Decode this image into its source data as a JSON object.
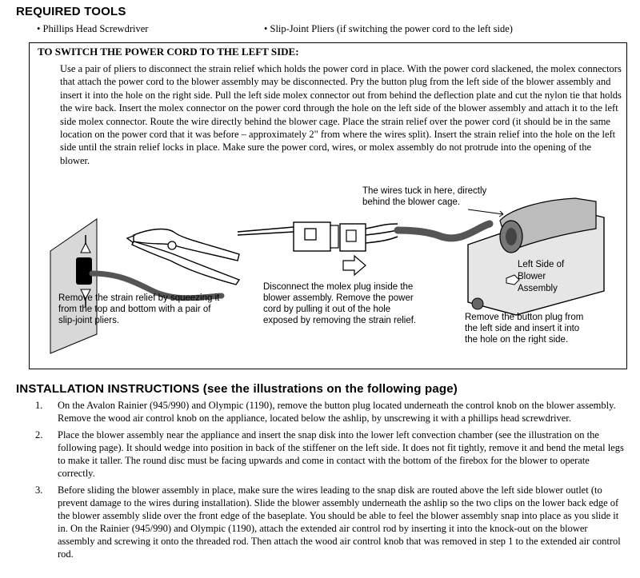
{
  "required_tools": {
    "title": "REQUIRED TOOLS",
    "items": [
      "• Phillips Head Screwdriver",
      "• Slip-Joint Pliers (if switching the power cord to the left side)"
    ]
  },
  "switch_section": {
    "title": "TO SWITCH THE POWER CORD TO THE LEFT SIDE:",
    "paragraph": "Use a pair of pliers to disconnect the strain relief which holds the power cord in place.  With the power cord slackened, the molex connectors that attach the power cord to the blower assembly may be disconnected.  Pry the button plug from the left side of the blower assembly and insert it into the hole on the right side.  Pull the left side molex connector out from behind the deflection plate and cut the nylon tie that holds the wire back.  Insert the molex connector on the power cord through the hole on the left side of the blower assembly and attach it to the left side molex connector.  Route the wire directly behind the blower cage.  Place the strain relief over the power cord (it should be in the same location on the power cord that it was before – approximately 2\" from where the wires split).  Insert the strain relief into the hole on the left side until the strain relief locks in place.  Make sure the power cord, wires, or molex assembly do not protrude into the opening of the blower.",
    "captions": {
      "strain_relief": [
        "Remove the strain relief by squeezing it",
        "from the top and bottom with a pair of",
        "slip-joint pliers."
      ],
      "molex": [
        "Disconnect the molex plug inside the",
        "blower assembly.  Remove the power",
        "cord by pulling it out of the hole",
        "exposed by removing the strain relief."
      ],
      "wires_tuck": [
        "The wires tuck in here, directly",
        "behind the blower cage."
      ],
      "left_side": [
        "Left Side of",
        "Blower",
        "Assembly"
      ],
      "button_plug": [
        "Remove the button plug from",
        "the left side and insert it into",
        "the hole on the right side."
      ]
    }
  },
  "installation": {
    "title": "INSTALLATION INSTRUCTIONS (see the illustrations on the following page)",
    "steps": [
      {
        "num": "1.",
        "text": "On the Avalon Rainier (945/990) and Olympic (1190), remove the button plug located underneath the control knob on the blower assembly.  Remove the wood air control knob on the appliance, located below the ashlip, by unscrewing it with a phillips head screwdriver."
      },
      {
        "num": "2.",
        "text": "Place the blower assembly near the appliance and insert the snap disk into the lower left convection chamber (see the illustration on the following page).  It should wedge into position in back of the stiffener on the left side.  It does not fit tightly, remove it and bend the metal legs to make it taller.  The round disc must be facing upwards and come in contact with the bottom of the firebox for the blower to operate correctly."
      },
      {
        "num": "3.",
        "text": "Before sliding the blower assembly in place, make sure the wires leading to the snap disk are routed above the left side blower outlet (to prevent damage to the wires during installation).  Slide the blower assembly underneath the ashlip so the two clips on the lower back edge of the blower assembly slide over the front edge of the baseplate.  You should be able to feel the blower assembly snap into place as you slide it in.  On the Rainier (945/990) and Olympic (1190), attach the extended air control rod by inserting it into the knock-out on the blower assembly and screwing it onto the threaded rod.  Then attach the wood air control knob that was removed in step 1 to the extended air control rod."
      }
    ]
  }
}
